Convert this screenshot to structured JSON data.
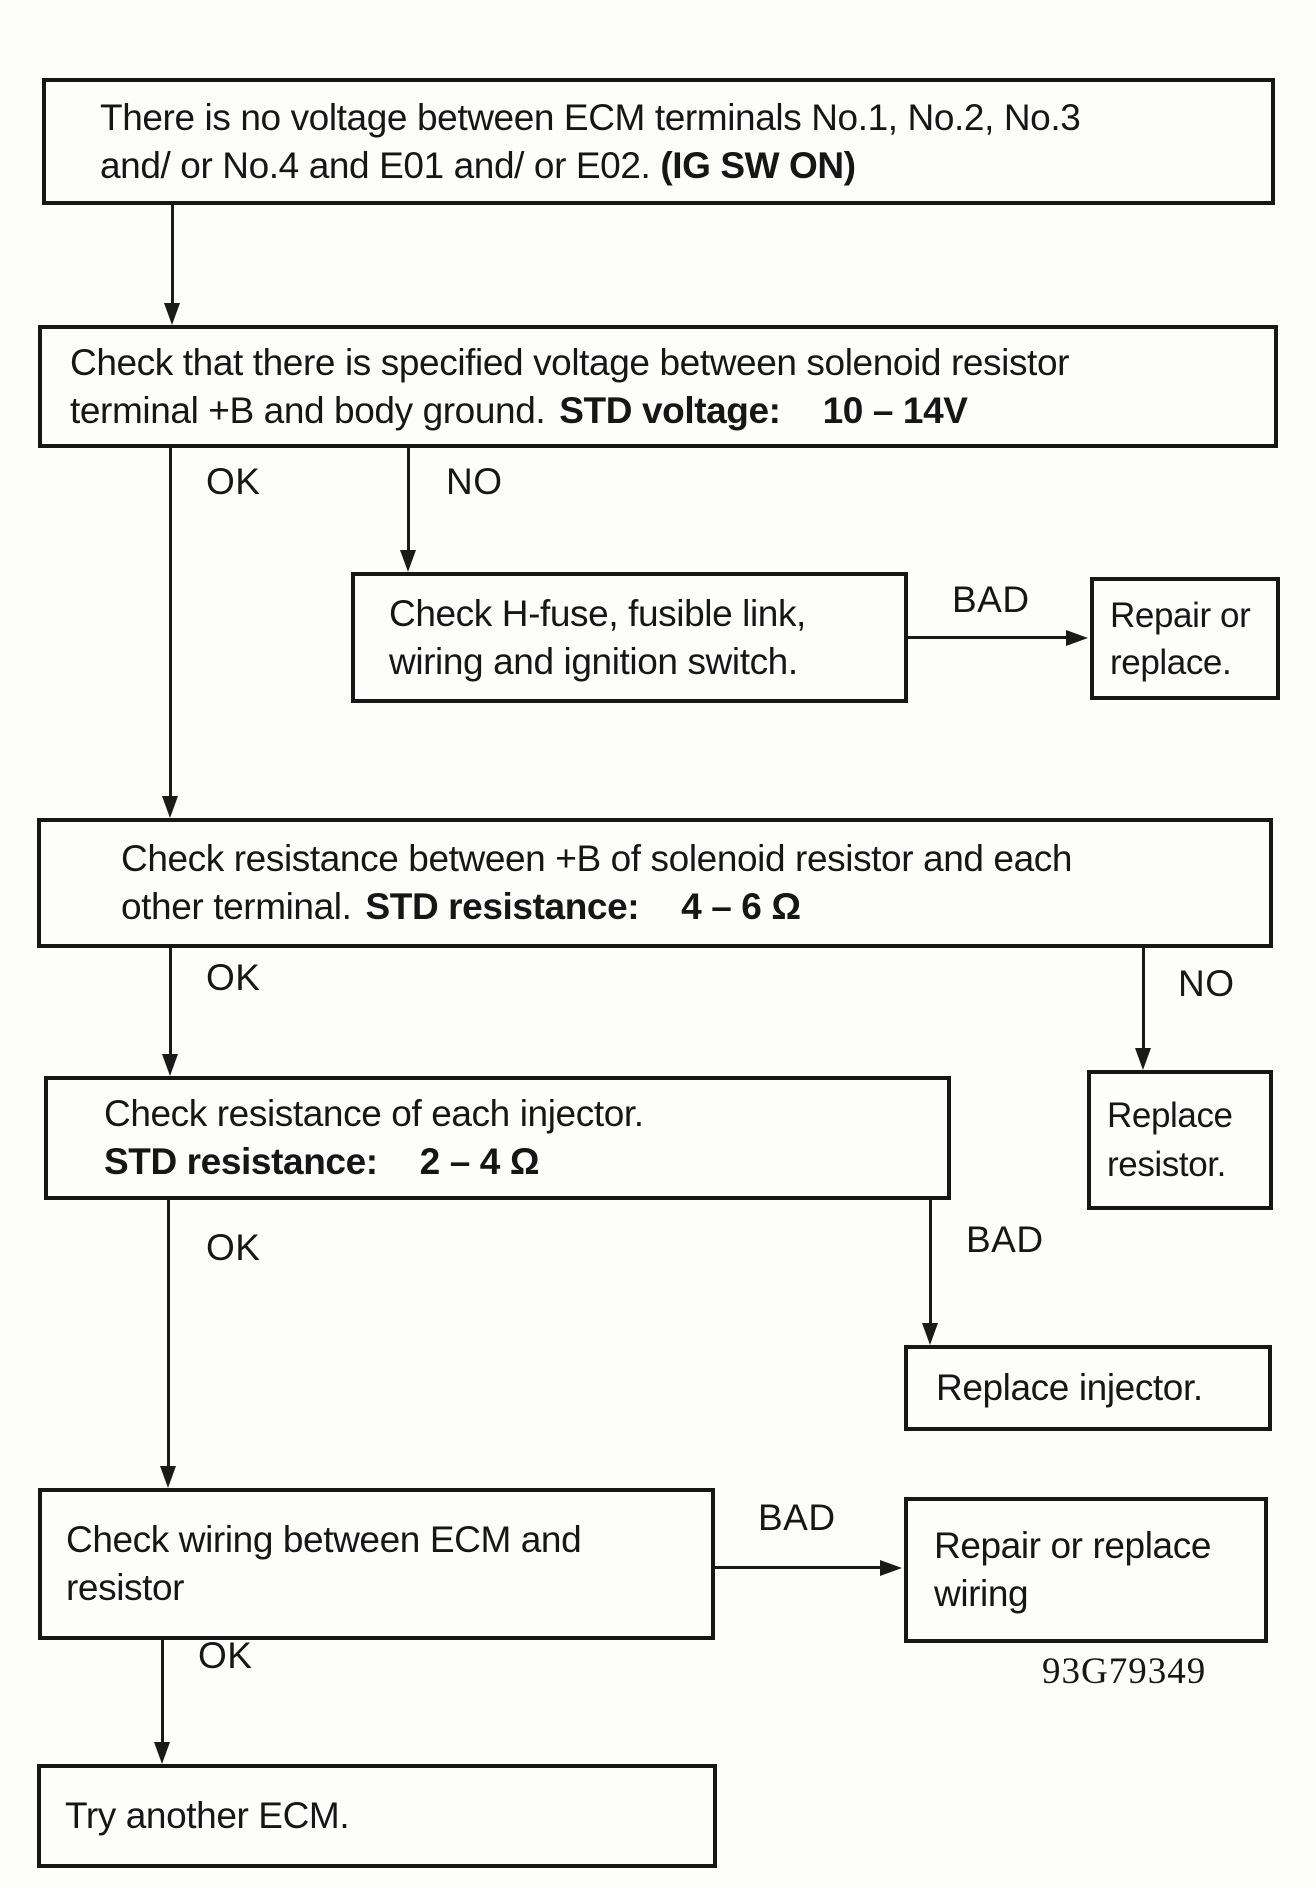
{
  "figure_code": "93G79349",
  "labels": {
    "ok": "OK",
    "no": "NO",
    "bad": "BAD"
  },
  "nodes": {
    "problem": {
      "line1": "There is no voltage between ECM terminals No.1, No.2, No.3",
      "line2_normal": "and/ or No.4 and E01 and/ or E02.",
      "line2_bold": "(IG SW ON)"
    },
    "check_voltage": {
      "line1": "Check that there is specified voltage between solenoid resistor",
      "line2_normal": "terminal +B and body ground.",
      "std_label": "STD voltage:",
      "std_value": "10 – 14V"
    },
    "check_hfuse": {
      "line1": "Check H-fuse, fusible link,",
      "line2": "wiring and ignition switch."
    },
    "repair_or_replace": {
      "line1": "Repair or",
      "line2": "replace."
    },
    "check_resistor_resistance": {
      "line1": "Check resistance between +B of solenoid resistor and each",
      "line2_normal": "other terminal.",
      "std_label": "STD resistance:",
      "std_value": "4 – 6 Ω"
    },
    "replace_resistor": {
      "line1": "Replace",
      "line2": "resistor."
    },
    "check_injector_resistance": {
      "line1": "Check resistance of each injector.",
      "std_label": "STD resistance:",
      "std_value": "2 – 4 Ω"
    },
    "replace_injector": {
      "text": "Replace injector."
    },
    "check_wiring": {
      "line1": "Check wiring between ECM and",
      "line2": "resistor"
    },
    "repair_or_replace_wiring": {
      "line1": "Repair or replace",
      "line2": "wiring"
    },
    "try_another_ecm": {
      "text": "Try another ECM."
    }
  }
}
